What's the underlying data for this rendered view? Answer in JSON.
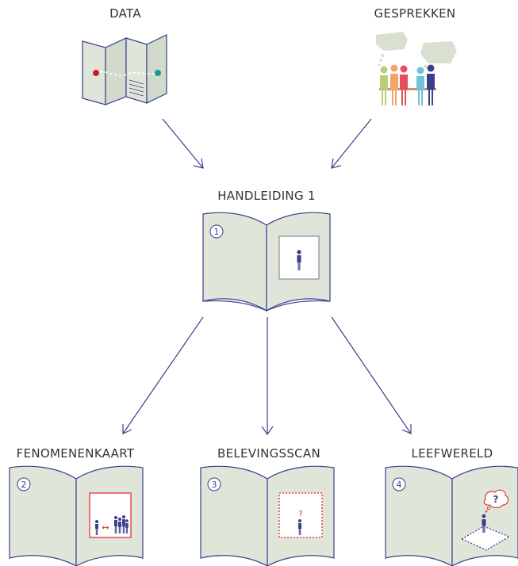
{
  "labels": {
    "data": "DATA",
    "gesprekken": "GESPREKKEN",
    "handleiding": "HANDLEIDING 1",
    "fenomenenkaart": "FENOMENENKAART",
    "belevingsscan": "BELEVINGSSCAN",
    "leefwereld": "LEEFWERELD"
  },
  "books": {
    "handleiding_number": "1",
    "fenomenenkaart_number": "2",
    "belevingsscan_number": "3",
    "leefwereld_number": "4"
  },
  "marks": {
    "arrow_symbol": "↔",
    "question_mark": "?"
  },
  "colors": {
    "page_fill": "#dfe6d9",
    "outline": "#3b3f8a",
    "accent_red": "#e0262b",
    "teal": "#1a9a96",
    "bubble": "#d8e0d0"
  }
}
